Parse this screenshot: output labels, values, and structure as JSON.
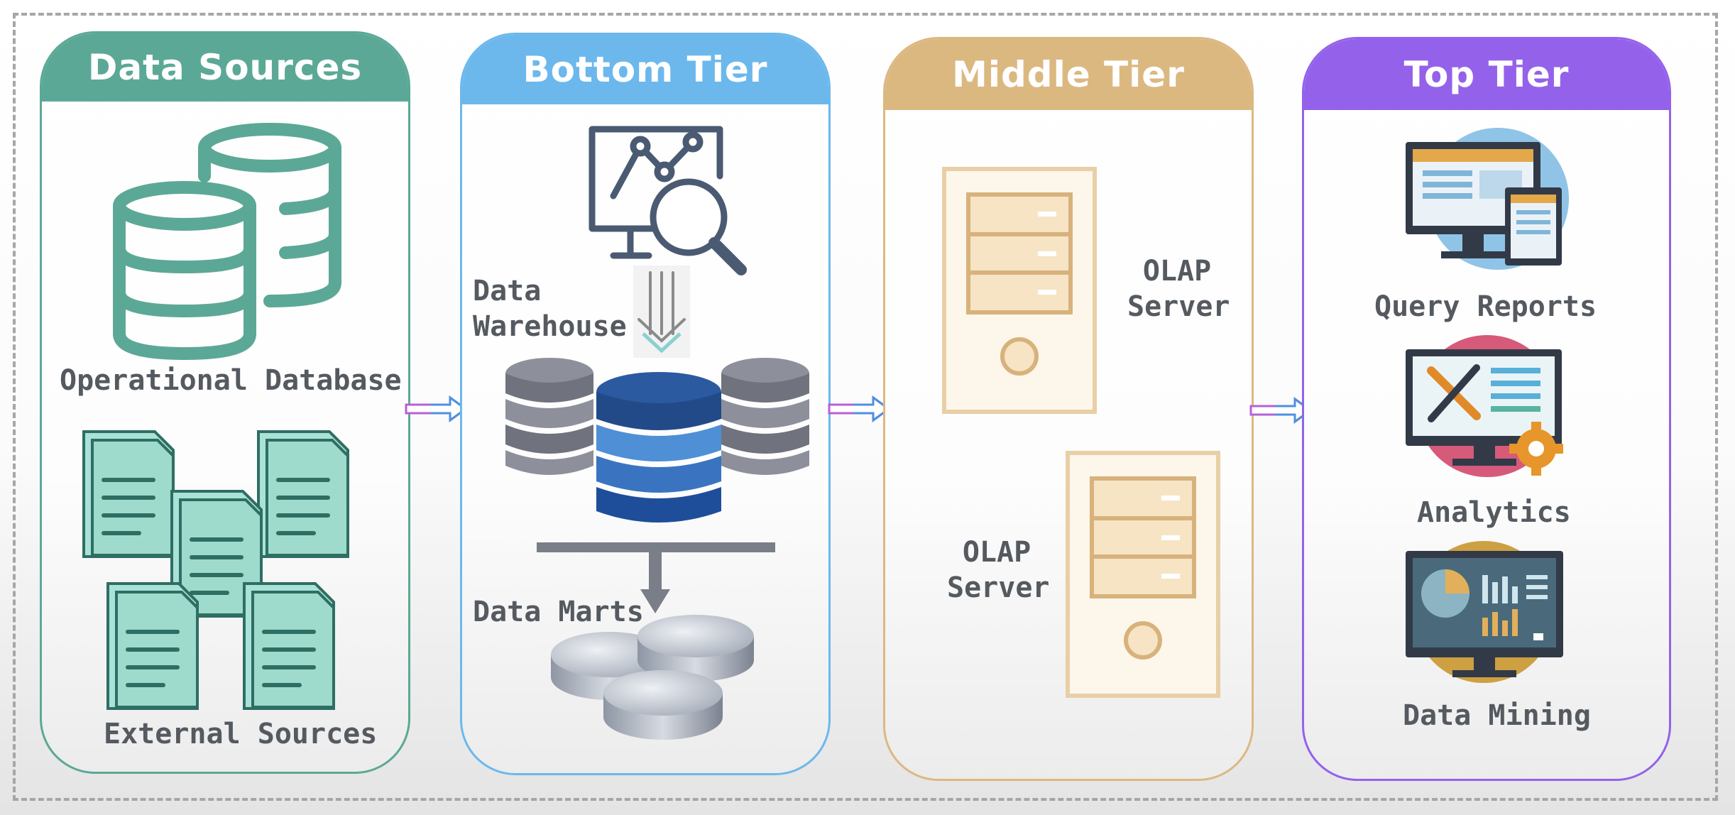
{
  "panels": {
    "data_sources": {
      "title": "Data Sources",
      "operational_label": "Operational Database",
      "external_label": "External Sources"
    },
    "bottom_tier": {
      "title": "Bottom Tier",
      "warehouse_label_line1": "Data",
      "warehouse_label_line2": "Warehouse",
      "marts_label": "Data Marts"
    },
    "middle_tier": {
      "title": "Middle Tier",
      "server1_line1": "OLAP",
      "server1_line2": "Server",
      "server2_line1": "OLAP",
      "server2_line2": "Server"
    },
    "top_tier": {
      "title": "Top Tier",
      "query_label": "Query Reports",
      "analytics_label": "Analytics",
      "mining_label": "Data Mining"
    }
  },
  "colors": {
    "data_sources": "#5ca896",
    "bottom_tier": "#6cb8ec",
    "middle_tier": "#dcb881",
    "top_tier": "#9462ea"
  },
  "icons": [
    "database-icon",
    "document-icon",
    "analytics-magnifier-icon",
    "down-arrows-icon",
    "warehouse-database-icon",
    "data-mart-disk-icon",
    "server-tower-icon",
    "monitor-report-icon",
    "tools-gear-monitor-icon",
    "dashboard-monitor-icon",
    "flow-arrow-icon"
  ]
}
